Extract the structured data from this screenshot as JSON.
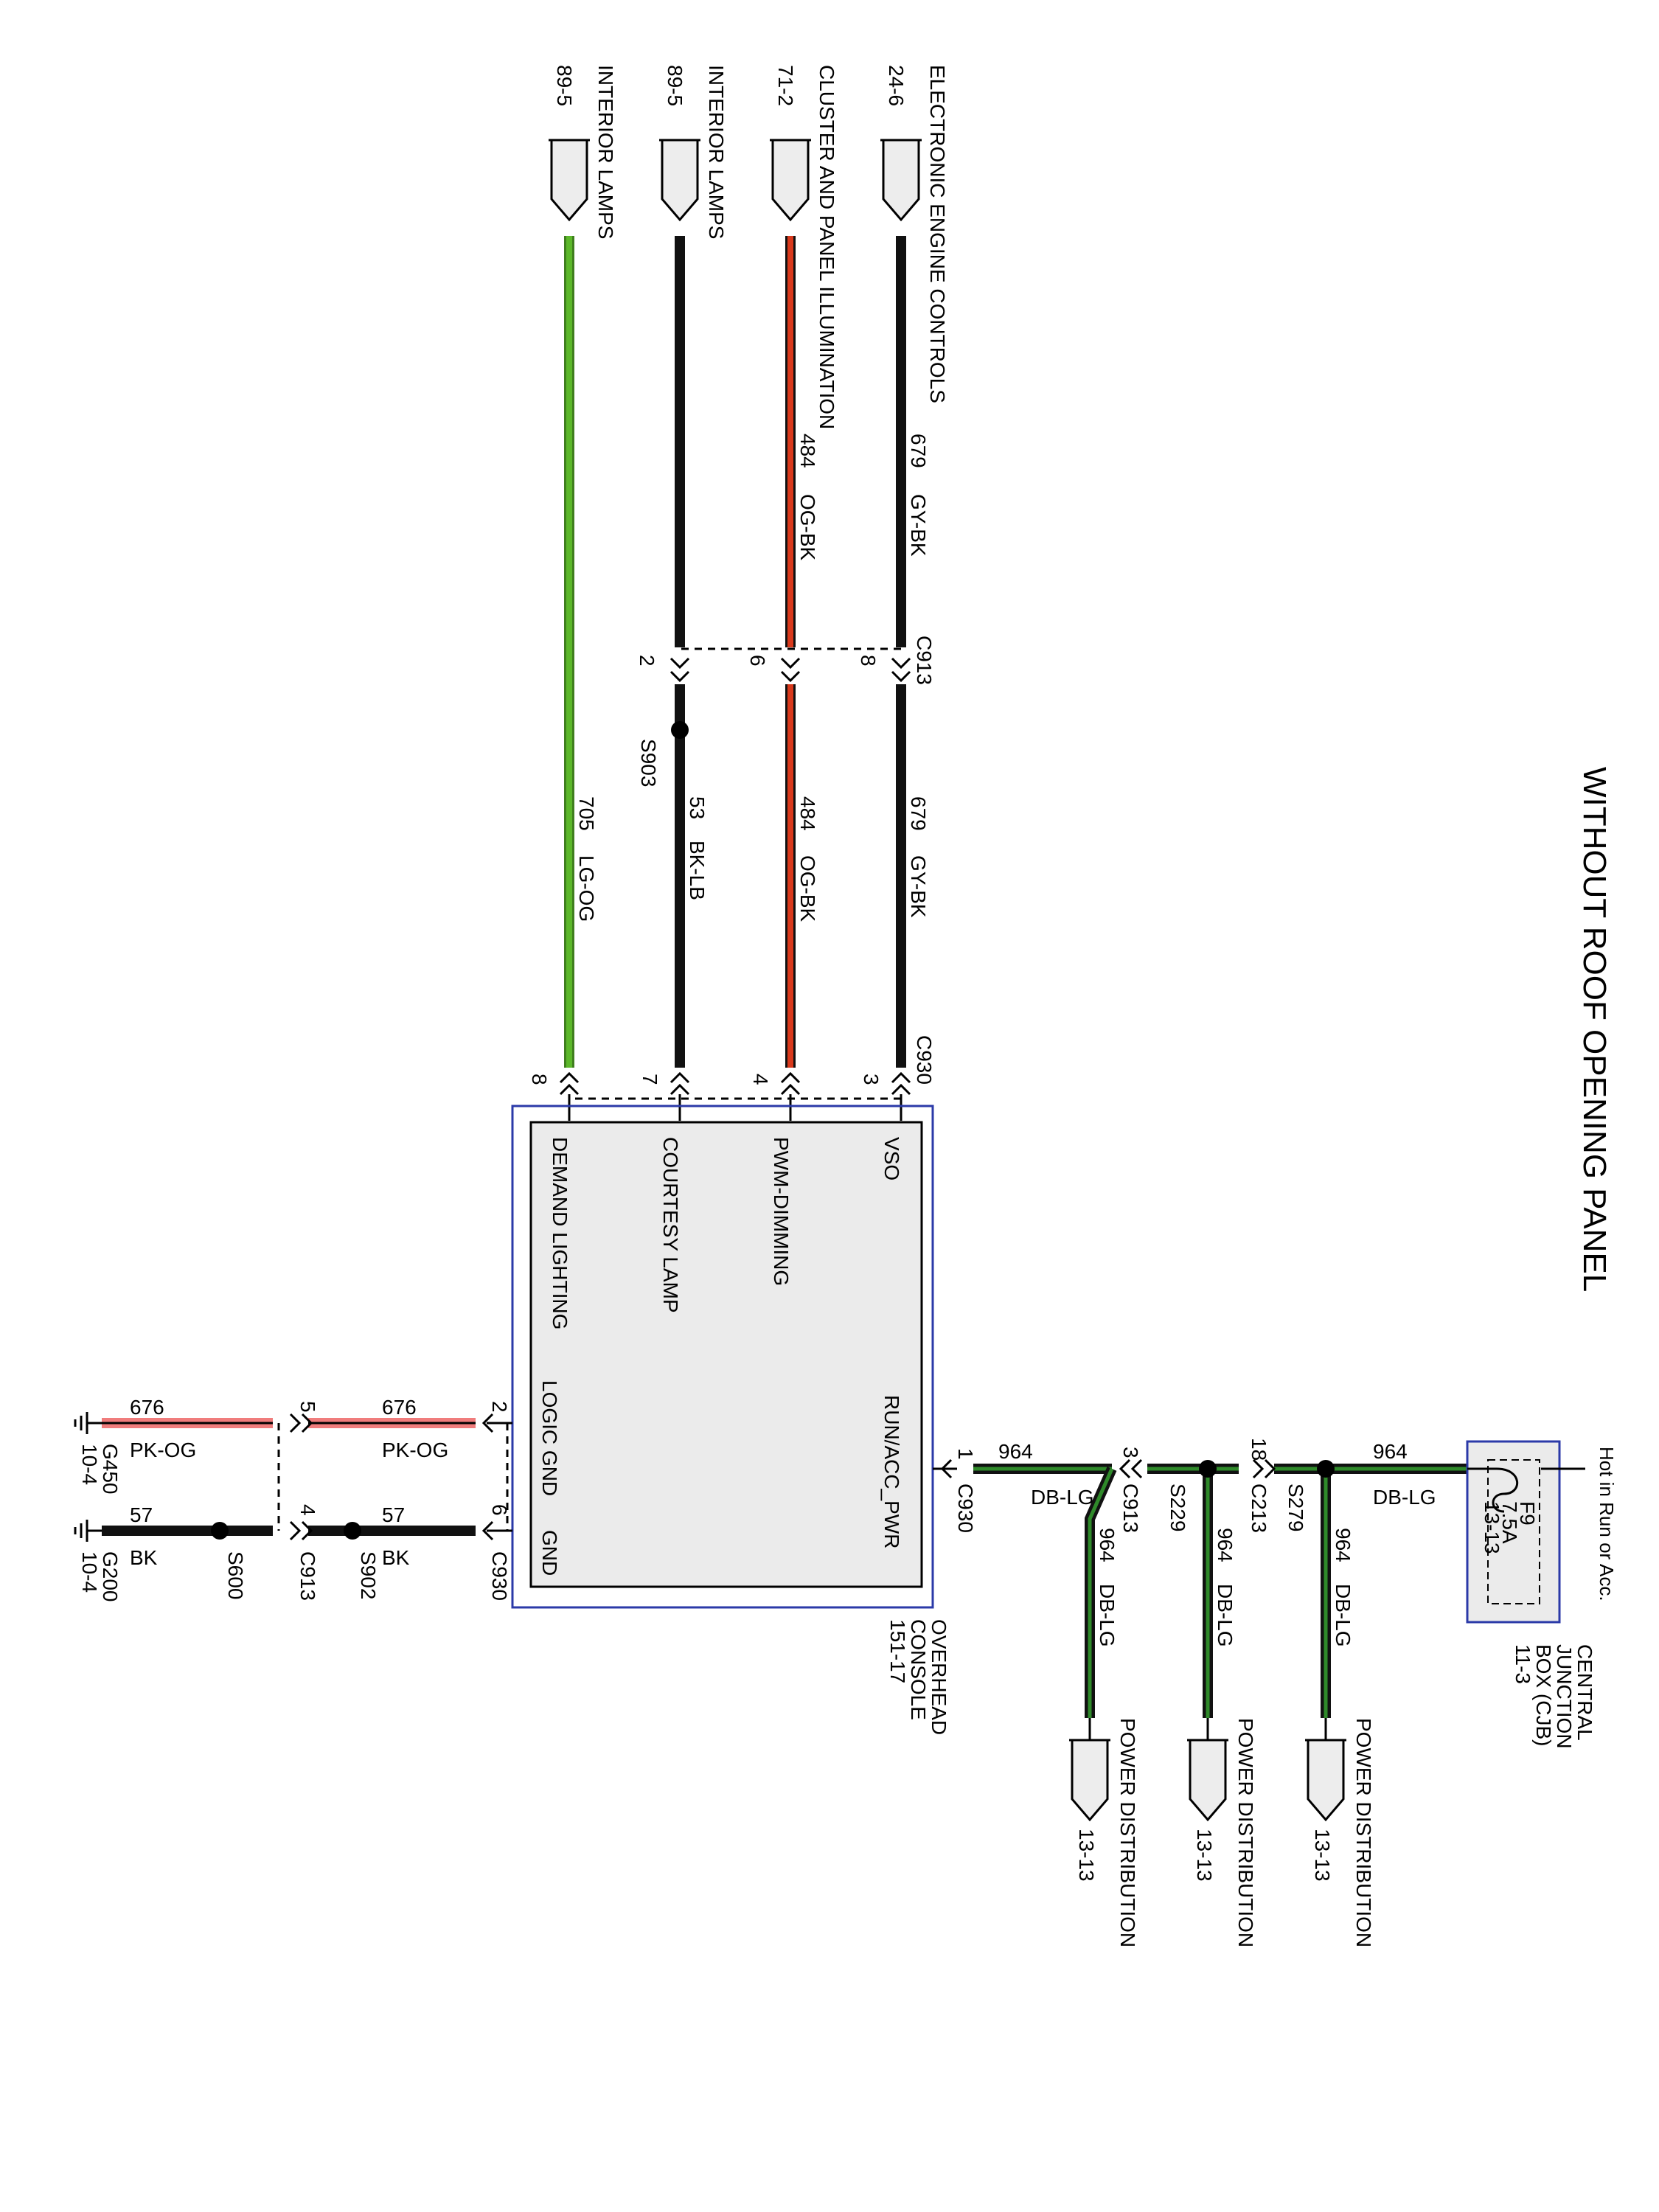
{
  "title": "WITHOUT ROOF OPENING PANEL",
  "module": {
    "name_lines": [
      "OVERHEAD",
      "CONSOLE",
      "151-17"
    ],
    "pins": [
      "VSO",
      "PWM-DIMMING",
      "COURTESY LAMP",
      "DEMAND LIGHTING",
      "RUN/ACC_PWR",
      "LOGIC GND",
      "GND"
    ]
  },
  "top_circuits": [
    {
      "dest": "ELECTRONIC ENGINE CONTROLS",
      "page": "24-6",
      "circuit": "679",
      "color_code": "GY-BK",
      "c913_pin": "8",
      "c930_pin": "3"
    },
    {
      "dest": "CLUSTER AND PANEL ILLUMINATION",
      "page": "71-2",
      "circuit": "484",
      "color_code": "OG-BK",
      "c913_pin": "6",
      "c930_pin": "4"
    },
    {
      "dest": "INTERIOR LAMPS",
      "page": "89-5",
      "circuit": "53",
      "color_code": "BK-LB",
      "c913_pin": "2",
      "c930_pin": "7",
      "splice": "S903"
    },
    {
      "dest": "INTERIOR LAMPS",
      "page": "89-5",
      "circuit": "705",
      "color_code": "LG-OG",
      "c930_pin": "8"
    }
  ],
  "connectors": {
    "c913": "C913",
    "c930": "C930",
    "c213": "C213"
  },
  "power_feed": {
    "cjb_lines": [
      "CENTRAL",
      "JUNCTION",
      "BOX (CJB)",
      "11-3"
    ],
    "hot_note": "Hot in Run or Acc.",
    "fuse_lines": [
      "F9",
      "7.5A",
      "13-13"
    ],
    "circuit": "964",
    "color_code": "DB-LG",
    "c930_pin": "1",
    "c913_pin": "3",
    "c213_pin": "18",
    "splices": [
      "S279",
      "S229"
    ],
    "branches": [
      {
        "circuit": "964",
        "color_code": "DB-LG",
        "dest": "POWER DISTRIBUTION",
        "page": "13-13"
      },
      {
        "circuit": "964",
        "color_code": "DB-LG",
        "dest": "POWER DISTRIBUTION",
        "page": "13-13"
      },
      {
        "circuit": "964",
        "color_code": "DB-LG",
        "dest": "POWER DISTRIBUTION",
        "page": "13-13"
      }
    ]
  },
  "grounds": {
    "logic": {
      "circuit": "676",
      "color_code": "PK-OG",
      "c930_pin": "2",
      "c913_pin": "5",
      "ground": "G450",
      "page": "10-4"
    },
    "chassis": {
      "circuit": "57",
      "color_code": "BK",
      "c930_pin": "6",
      "c913_pin": "4",
      "splices": [
        "S902",
        "S600"
      ],
      "ground": "G200",
      "page": "10-4"
    }
  },
  "colors": {
    "gy_bk": "#111111",
    "og_bk_stripe": "#d9391c",
    "lg_og": "#5cb82a",
    "bk": "#111111",
    "db_lg_stripe": "#2f8a2a",
    "pk_og": "#f07c7c",
    "box_blue": "#2b3aa8"
  }
}
